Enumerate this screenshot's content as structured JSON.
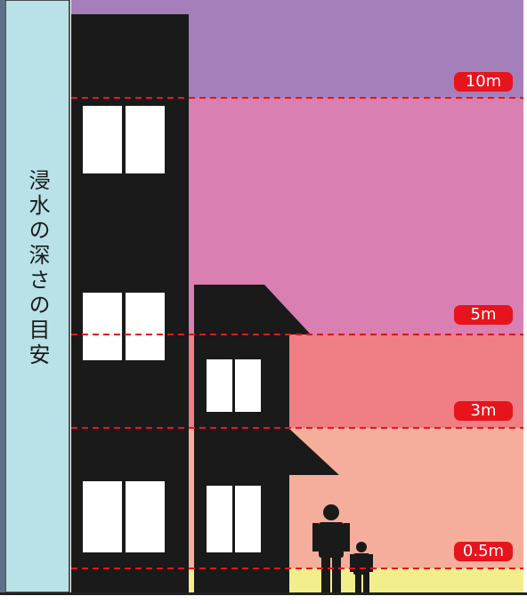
{
  "title": "浸水の深さの目安",
  "depth_levels": [
    {
      "label": "10m",
      "depth_m": 10
    },
    {
      "label": "5m",
      "depth_m": 5
    },
    {
      "label": "3m",
      "depth_m": 3
    },
    {
      "label": "0.5m",
      "depth_m": 0.5
    }
  ],
  "colors": {
    "above_10m": "#a57fb9",
    "band_5_10m": "#d97fb1",
    "band_3_5m": "#ef7e85",
    "band_0_5_3m": "#f6ae9c",
    "band_0_0_5m": "#f2ee8c",
    "side_panel": "#b8e1e8",
    "building": "#1a1a1a",
    "window": "#ffffff",
    "label_bg": "#e8141c",
    "dash_line": "#e8141c"
  }
}
